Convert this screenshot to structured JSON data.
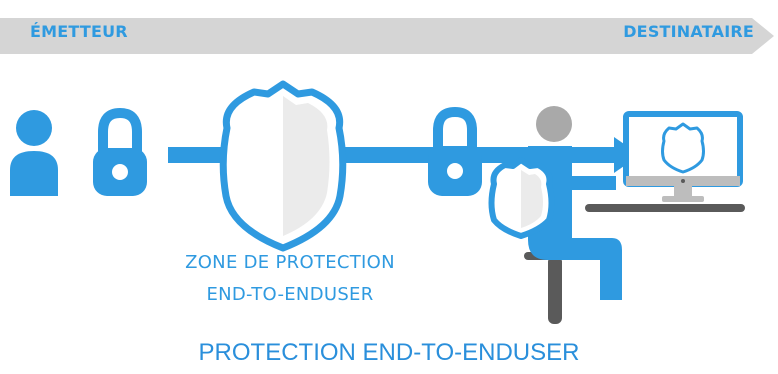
{
  "banner": {
    "sender": "ÉMETTEUR",
    "recipient": "DESTINATAIRE"
  },
  "zone_label": {
    "line1": "ZONE DE PROTECTION",
    "line2": "END-TO-ENDUSER"
  },
  "caption": "PROTECTION END-TO-ENDUSER",
  "colors": {
    "accent_blue": "#2f9ae0",
    "banner_gray": "#d5d5d5",
    "shield_fill": "#ebebeb",
    "dark_gray": "#5a5a5a",
    "light_gray": "#bdbdbd",
    "caption_blue": "#2a8fdb"
  },
  "icons": [
    "user-icon",
    "padlock-icon",
    "shield-icon",
    "padlock-icon",
    "seated-user-icon",
    "monitor-icon"
  ]
}
